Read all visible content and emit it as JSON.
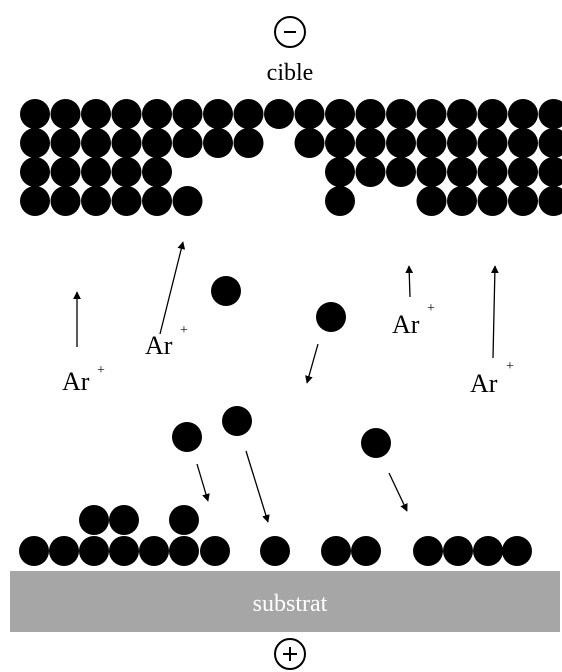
{
  "labels": {
    "target": "cible",
    "substrate": "substrat",
    "ion": "Ar",
    "ion_charge": "+",
    "cathode_sign": "−",
    "anode_sign": "+"
  },
  "colors": {
    "atom": "#000000",
    "substrate": "#a6a6a6",
    "substrate_text": "#ffffff",
    "background": "#ffffff"
  }
}
